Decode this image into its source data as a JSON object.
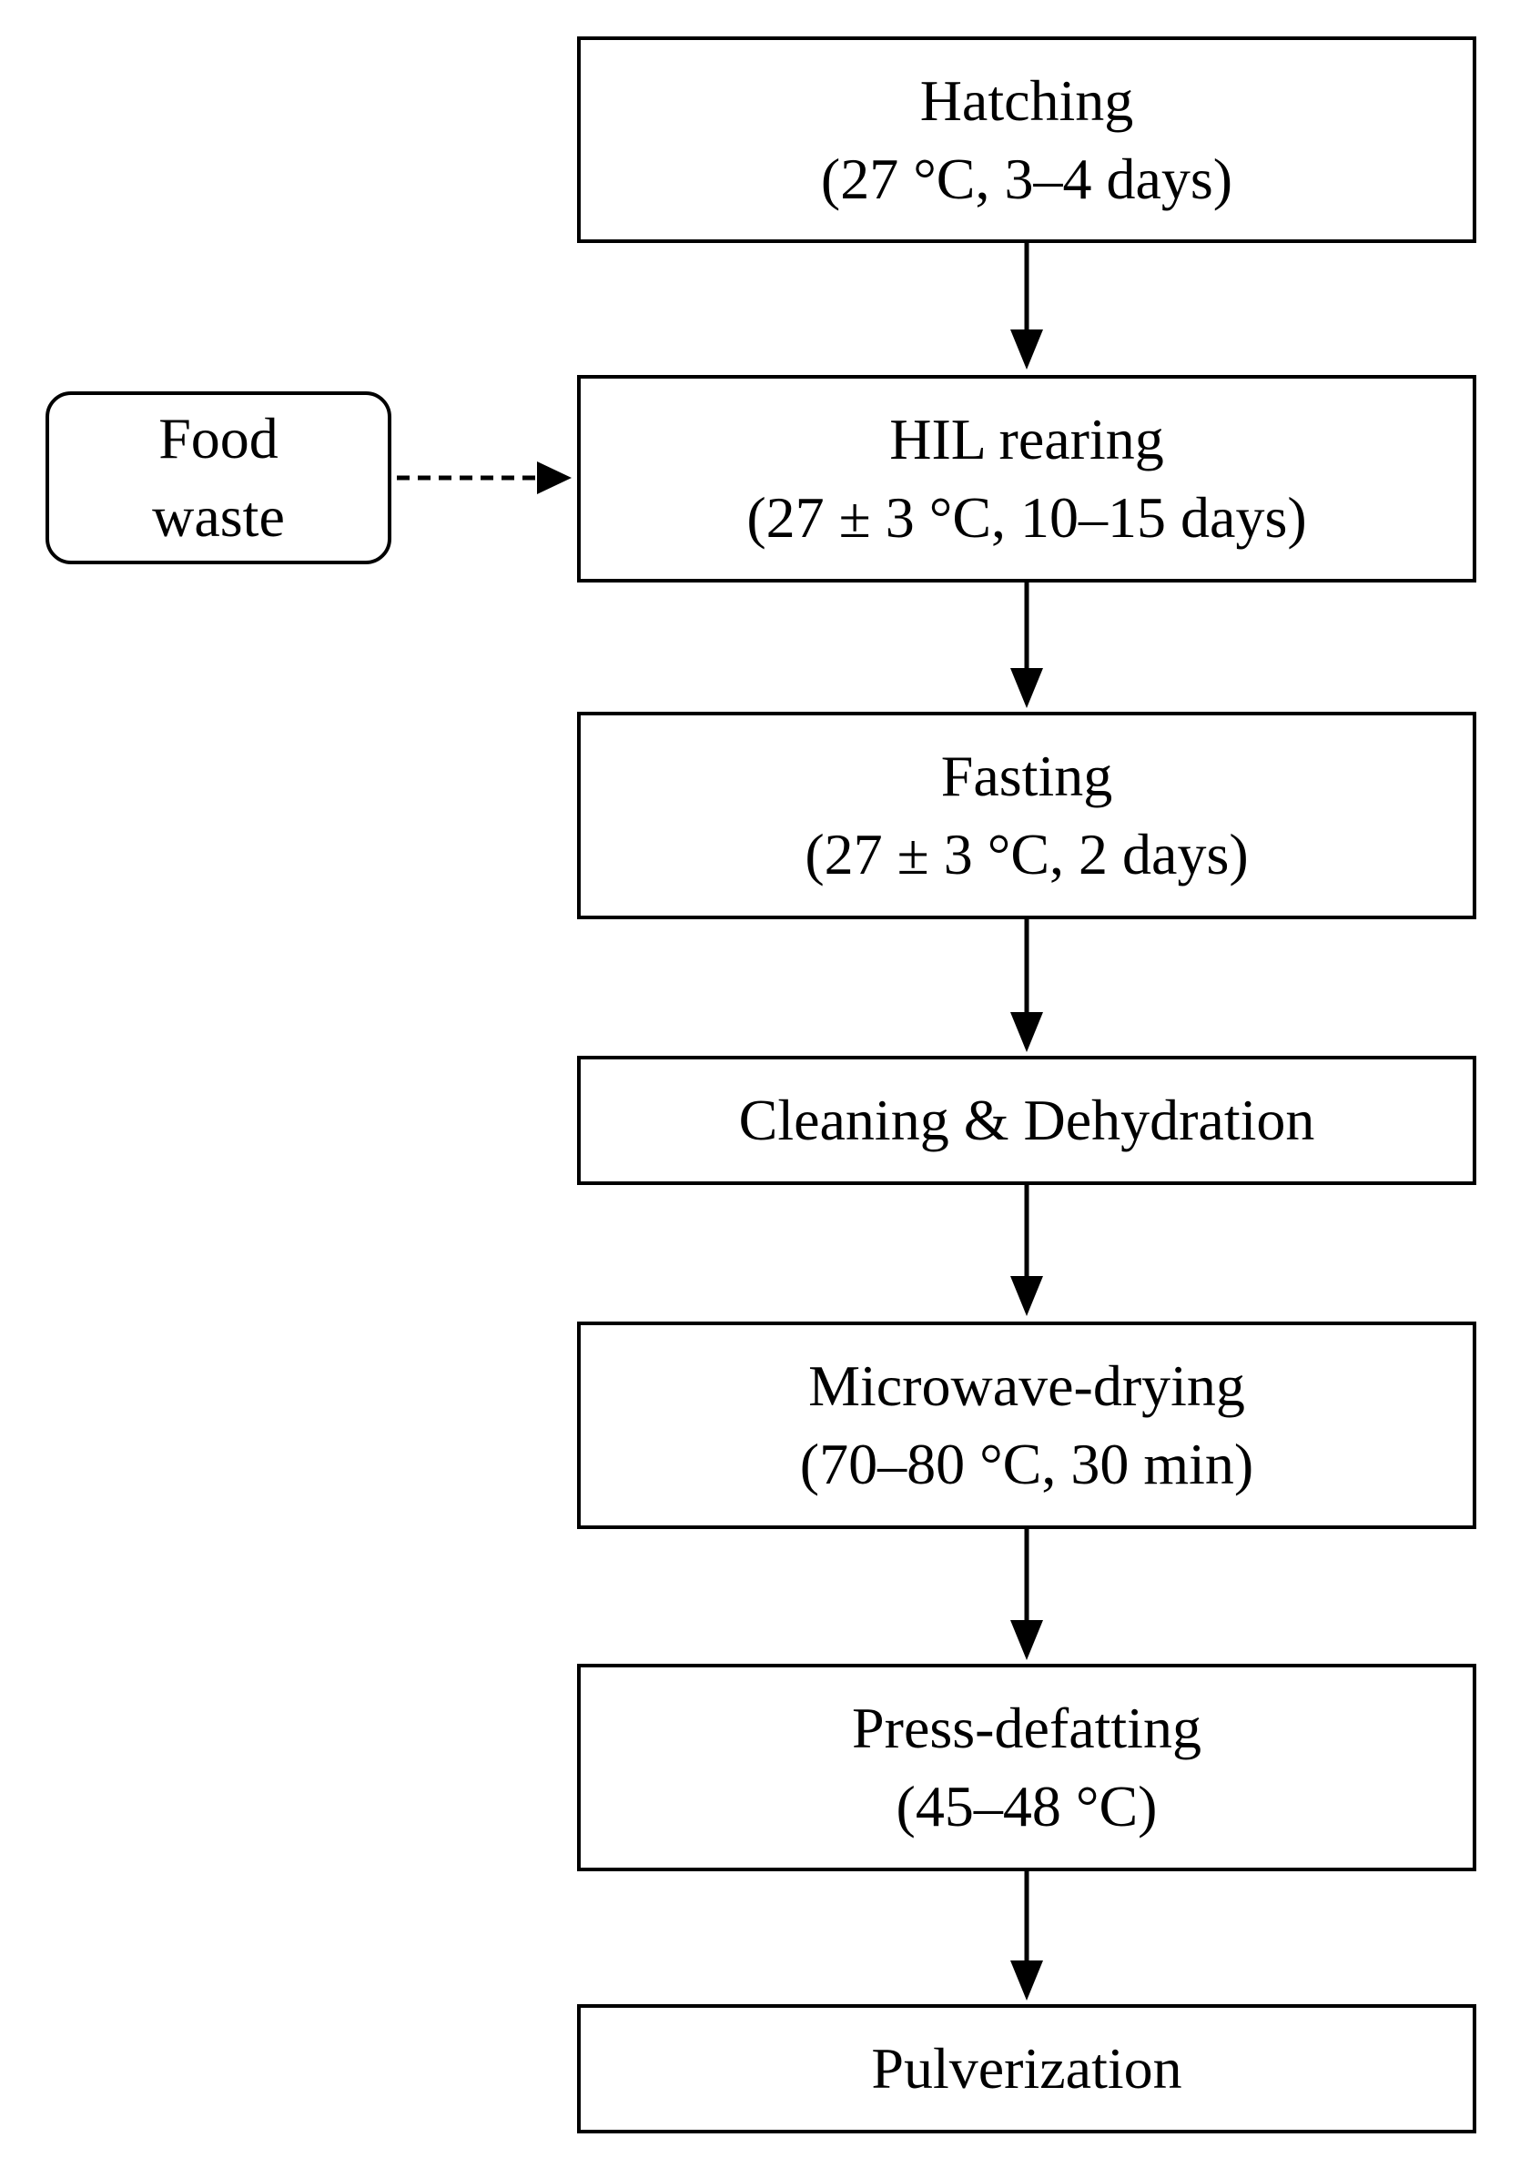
{
  "diagram": {
    "steps": [
      {
        "title": "Hatching",
        "detail": "(27 °C, 3–4 days)"
      },
      {
        "title": "HIL rearing",
        "detail": "(27 ± 3 °C, 10–15 days)"
      },
      {
        "title": "Fasting",
        "detail": "(27 ± 3 °C, 2 days)"
      },
      {
        "title": "Cleaning & Dehydration"
      },
      {
        "title": "Microwave-drying",
        "detail": "(70–80 °C, 30 min)"
      },
      {
        "title": "Press-defatting",
        "detail": "(45–48 °C)"
      },
      {
        "title": "Pulverization"
      }
    ],
    "input": {
      "line1": "Food",
      "line2": "waste",
      "target_step": "HIL rearing",
      "connector_style": "dashed"
    }
  }
}
